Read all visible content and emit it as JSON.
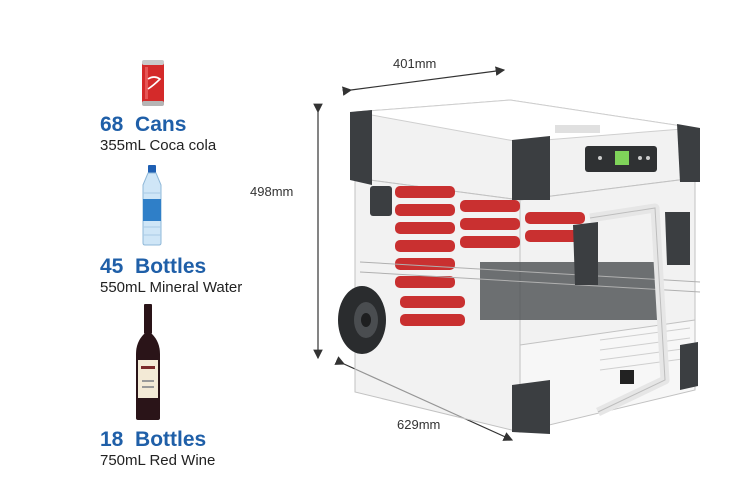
{
  "capacity": [
    {
      "count": "68",
      "unit": "Cans",
      "desc": "355mL Coca cola"
    },
    {
      "count": "45",
      "unit": "Bottles",
      "desc": "550mL Mineral Water"
    },
    {
      "count": "18",
      "unit": "Bottles",
      "desc": "750mL Red Wine"
    }
  ],
  "dimensions": {
    "width": "401mm",
    "height": "498mm",
    "length": "629mm"
  },
  "colors": {
    "accent": "#1f5fa8",
    "can": "#d42a2a",
    "bottle_cap": "#1e5fb3",
    "wine": "#2a1418"
  }
}
